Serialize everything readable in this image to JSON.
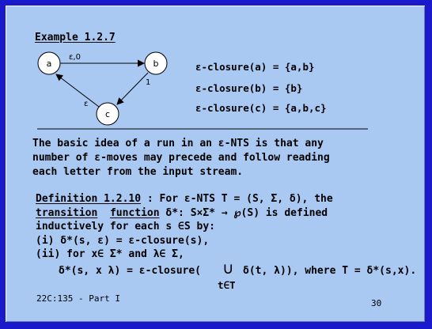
{
  "title": "Example 1.2.7",
  "graph": {
    "nodes": [
      "a",
      "b",
      "c"
    ],
    "edges": [
      {
        "from": "a",
        "to": "b",
        "label": "ε,0"
      },
      {
        "from": "b",
        "to": "c",
        "label": "1"
      },
      {
        "from": "c",
        "to": "a",
        "label": "ε"
      }
    ]
  },
  "closures": [
    "ε-closure(a) = {a,b}",
    "ε-closure(b) = {b}",
    "ε-closure(c) = {a,b,c}"
  ],
  "paragraph": [
    "The basic idea of a run in an   ε-NTS is that any",
    "number of  ε-moves may precede and follow reading",
    "each letter from the input stream."
  ],
  "definition": {
    "heading": "Definition 1.2.10",
    "line1_rest": " :  For ε-NTS T = (S,  Σ,  δ), the",
    "term1": "transition",
    "term2": "function",
    "line2_rest": " δ*: S×Σ* →  ℘(S) is defined",
    "line3": "inductively for each s  ∈S by:",
    "line4": "(i) δ*(s, ε) = ε-closure(s),",
    "line5": "(ii) for x∈ Σ* and λ∈ Σ,",
    "formula_left": "δ*(s, x λ) = ε-closure(",
    "union_symbol": "∪",
    "formula_right": "δ(t, λ)), where T =  δ*(s,x).",
    "union_subscript": "t∈T"
  },
  "footer": {
    "course": "22C:135 - Part I",
    "page": "30"
  }
}
